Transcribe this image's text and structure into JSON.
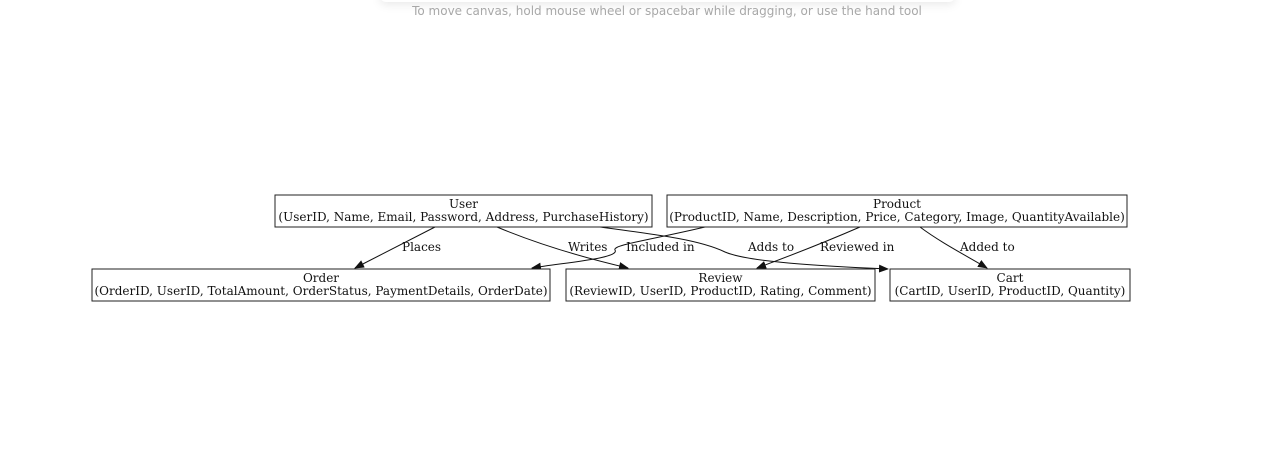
{
  "hint": "To move canvas, hold mouse wheel or spacebar while dragging, or use the hand tool",
  "nodes": {
    "user": {
      "title": "User",
      "fields": "(UserID, Name, Email, Password, Address, PurchaseHistory)"
    },
    "product": {
      "title": "Product",
      "fields": "(ProductID, Name, Description, Price, Category, Image, QuantityAvailable)"
    },
    "order": {
      "title": "Order",
      "fields": "(OrderID, UserID, TotalAmount, OrderStatus, PaymentDetails, OrderDate)"
    },
    "review": {
      "title": "Review",
      "fields": "(ReviewID, UserID, ProductID, Rating, Comment)"
    },
    "cart": {
      "title": "Cart",
      "fields": "(CartID, UserID, ProductID, Quantity)"
    }
  },
  "edges": {
    "places": "Places",
    "writes": "Writes",
    "included_in": "Included in",
    "adds_to": "Adds to",
    "reviewed_in": "Reviewed in",
    "added_to": "Added to"
  }
}
